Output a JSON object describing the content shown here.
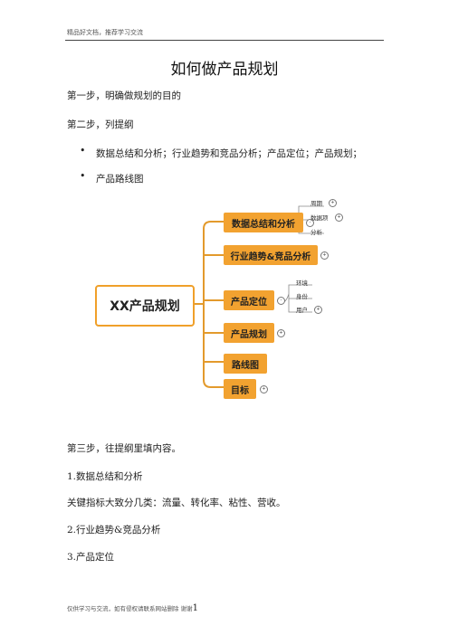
{
  "header": {
    "text": "精品好文档，推荐学习交流"
  },
  "title": "如何做产品规划",
  "steps": {
    "step1": "第一步，明确做规划的目的",
    "step2": "第二步，列提纲",
    "bullets": [
      "数据总结和分析；行业趋势和竞品分析；产品定位；产品规划；",
      "产品路线图"
    ],
    "step3": "第三步，往提纲里填内容。",
    "item1": "1.数据总结和分析",
    "item1_desc": "关键指标大致分几类：流量、转化率、粘性、营收。",
    "item2": "2.行业趋势&竞品分析",
    "item3": "3.产品定位"
  },
  "mindmap": {
    "root": "XX产品规划",
    "nodes": [
      {
        "label": "数据总结和分析",
        "badge": "-"
      },
      {
        "label": "行业趋势&竞品分析",
        "badge": "+"
      },
      {
        "label": "产品定位",
        "badge": "-"
      },
      {
        "label": "产品规划",
        "badge": "+"
      },
      {
        "label": "路线图",
        "badge": ""
      },
      {
        "label": "目标",
        "badge": "+"
      }
    ],
    "data_leaves": [
      {
        "label": "周期",
        "badge": "+"
      },
      {
        "label": "数据项",
        "badge": "+"
      },
      {
        "label": "分析",
        "badge": ""
      }
    ],
    "position_leaves": [
      {
        "label": "环境",
        "badge": ""
      },
      {
        "label": "身份",
        "badge": ""
      },
      {
        "label": "用户",
        "badge": "+"
      }
    ],
    "colors": {
      "node": "#f2a230",
      "root_border": "#f0a02a",
      "line": "#e39a2c"
    }
  },
  "footer": {
    "text": "仅供学习与交流，如有侵权请联系网站删除  谢谢",
    "page": "1"
  }
}
